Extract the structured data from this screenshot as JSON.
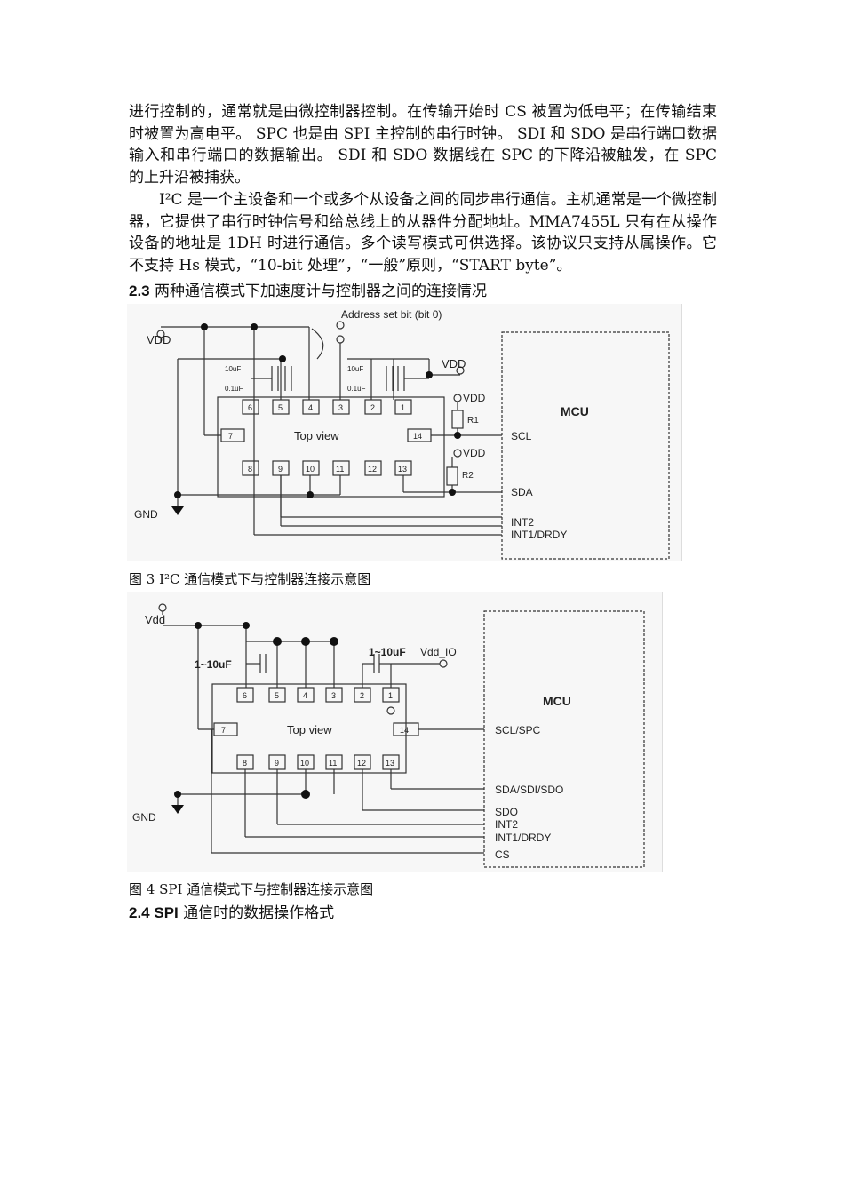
{
  "paragraphs": [
    "进行控制的，通常就是由微控制器控制。在传输开始时 CS 被置为低电平；在传输结束时被置为高电平。  SPC 也是由 SPI 主控制的串行时钟。  SDI 和 SDO 是串行端口数据输入和串行端口的数据输出。  SDI 和 SDO 数据线在 SPC 的下降沿被触发，在 SPC 的上升沿被捕获。",
    "I²C  是一个主设备和一个或多个从设备之间的同步串行通信。主机通常是一个微控制器，它提供了串行时钟信号和给总线上的从器件分配地址。MMA7455L 只有在从操作设备的地址是  1DH 时进行通信。多个读写模式可供选择。该协议只支持从属操作。它不支持 Hs 模式，“10-bit 处理”，“一般”原则，“START byte”。"
  ],
  "section_2_3": {
    "number": "2.3",
    "title": "两种通信模式下加速度计与控制器之间的连接情况"
  },
  "figure3": {
    "caption": "图 3    I²C 通信模式下与控制器连接示意图",
    "labels": {
      "vdd_left": "VDD",
      "gnd": "GND",
      "address_bit": "Address set bit (bit 0)",
      "cap_10uf_1": "10uF",
      "cap_01uf_1": "0.1uF",
      "cap_10uf_2": "10uF",
      "cap_01uf_2": "0.1uF",
      "vdd_right": "VDD",
      "vdd_r1": "VDD",
      "vdd_r2": "VDD",
      "r1": "R1",
      "r2": "R2",
      "top_view": "Top view",
      "mcu": "MCU",
      "scl": "SCL",
      "sda": "SDA",
      "int2": "INT2",
      "int1": "INT1/DRDY"
    },
    "pins_top": [
      "6",
      "5",
      "4",
      "3",
      "2",
      "1"
    ],
    "pins_bottom": [
      "8",
      "9",
      "10",
      "11",
      "12",
      "13"
    ],
    "pin_left": "7",
    "pin_right": "14"
  },
  "figure4": {
    "caption": "图 4    SPI 通信模式下与控制器连接示意图",
    "labels": {
      "vdd": "Vdd",
      "gnd": "GND",
      "cap_left": "1~10uF",
      "cap_right": "1~10uF",
      "vdd_io": "Vdd_IO",
      "top_view": "Top view",
      "mcu": "MCU",
      "scl_spc": "SCL/SPC",
      "sda_sdi_sdo": "SDA/SDI/SDO",
      "sdo": "SDO",
      "int2": "INT2",
      "int1": "INT1/DRDY",
      "cs": "CS"
    },
    "pins_top": [
      "6",
      "5",
      "4",
      "3",
      "2",
      "1"
    ],
    "pins_bottom": [
      "8",
      "9",
      "10",
      "11",
      "12",
      "13"
    ],
    "pin_left": "7",
    "pin_right": "14"
  },
  "section_2_4": {
    "number": "2.4 SPI",
    "title": "通信时的数据操作格式"
  }
}
